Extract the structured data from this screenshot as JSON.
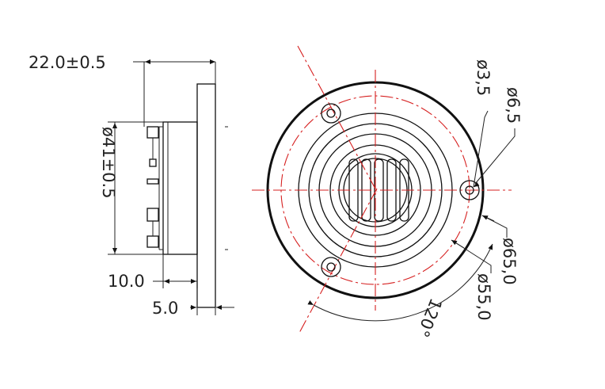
{
  "side_view": {
    "depth_label": "22.0±0.5",
    "diameter_label": "ø41±0.5",
    "offset_label": "10.0",
    "flange_label": "5.0"
  },
  "front_view": {
    "hole_small_label": "ø3,5",
    "hole_large_label": "ø6,5",
    "outer_diameter_label": "ø65,0",
    "bolt_circle_label": "ø55,0",
    "angle_label": "120°"
  },
  "colors": {
    "outline": "#111111",
    "centerline": "#d62020"
  }
}
